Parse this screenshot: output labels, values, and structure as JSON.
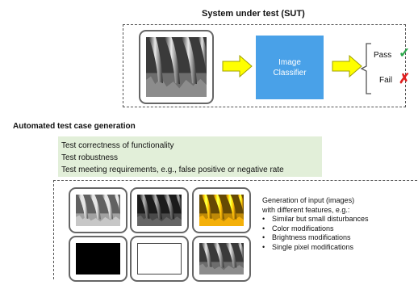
{
  "sut": {
    "title": "System under test (SUT)",
    "classifier_line1": "Image",
    "classifier_line2": "Classifier",
    "pass_label": "Pass",
    "fail_label": "Fail",
    "pass_icon": "checkmark-icon",
    "fail_icon": "cross-icon"
  },
  "generation": {
    "title": "Automated test case generation",
    "goals": [
      "Test correctness of functionality",
      "Test robustness",
      "Test meeting requirements, e.g., false positive or negative rate"
    ],
    "description_line1": "Generation of input (images)",
    "description_line2": "with different features, e.g.:",
    "features": [
      "Similar but small disturbances",
      "Color modifications",
      "Brightness modifications",
      "Single pixel modifications"
    ]
  },
  "colors": {
    "classifier": "#49a1e8",
    "goals_background": "#e2efd9",
    "arrow": "#ffff00",
    "pass": "#2aa84a",
    "fail": "#e02020",
    "yellow_tint": "#e0b020"
  }
}
